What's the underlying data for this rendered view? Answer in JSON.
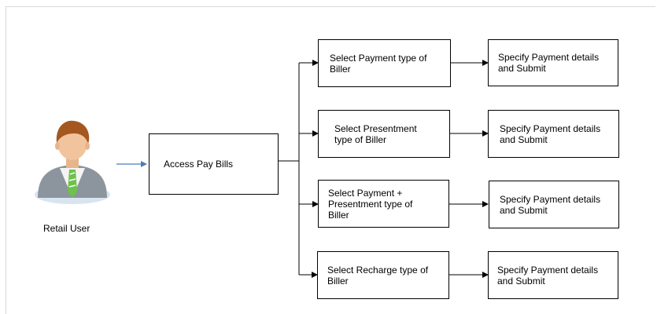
{
  "user": {
    "label": "Retail User"
  },
  "start": {
    "label": "Access Pay Bills"
  },
  "branches": [
    {
      "select": "Select Payment type of Biller",
      "specify": "Specify Payment details and Submit"
    },
    {
      "select": "Select Presentment type of Biller",
      "specify": "Specify Payment details and Submit"
    },
    {
      "select": "Select Payment + Presentment type of Biller",
      "specify": "Specify Payment details and Submit"
    },
    {
      "select": "Select Recharge type of Biller",
      "specify": "Specify Payment details and Submit"
    }
  ],
  "colors": {
    "user_arrow": "#4a7ebb",
    "line": "#000000",
    "border": "#000000"
  }
}
